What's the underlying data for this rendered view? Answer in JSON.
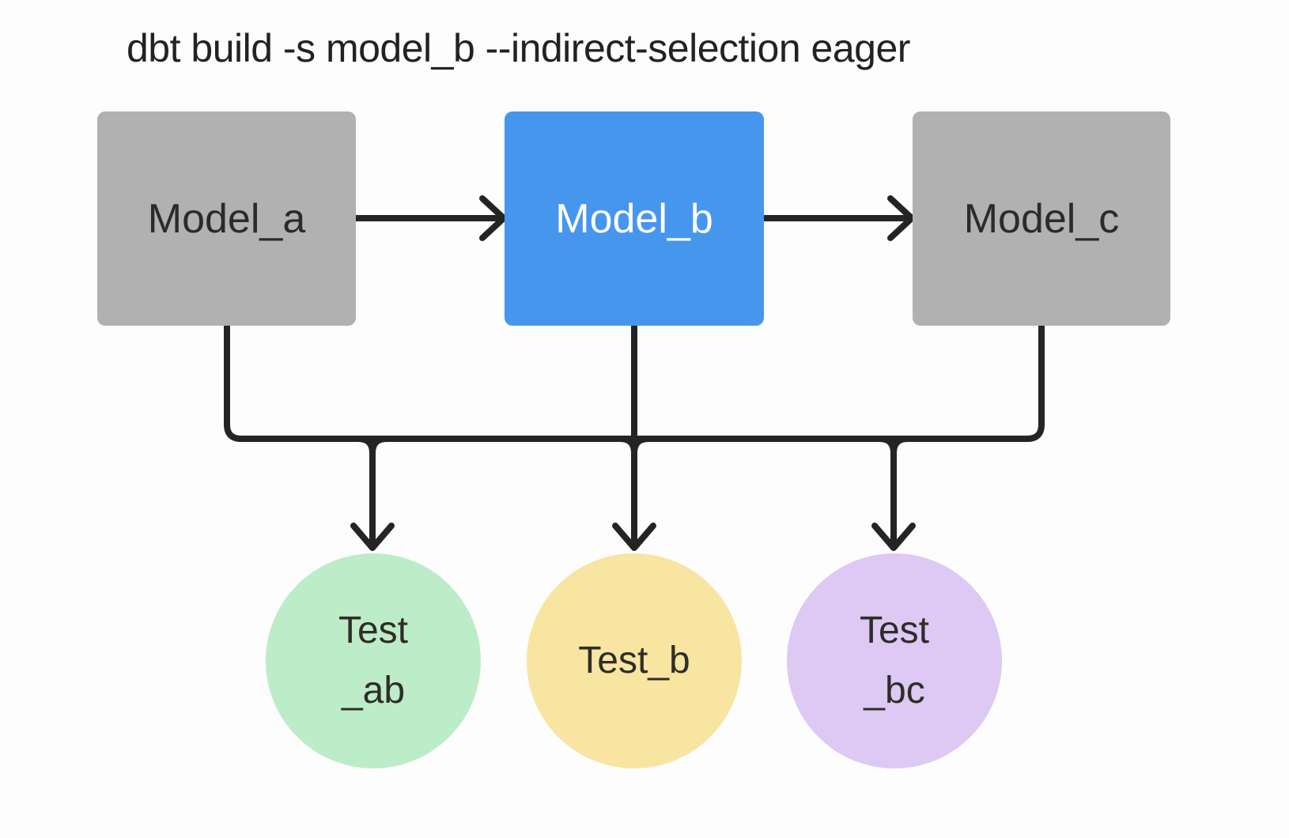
{
  "title": "dbt build -s model_b --indirect-selection eager",
  "colors": {
    "background": "#fdfdfd",
    "model_default_fill": "#b1b1b1",
    "model_selected_fill": "#4696ee",
    "test_ab_fill": "#bdecc8",
    "test_b_fill": "#f8e5a2",
    "test_bc_fill": "#ddc9f3",
    "connector_stroke": "#242424",
    "text_dark": "#2b2b2b",
    "text_on_selected": "#ffffff"
  },
  "models": [
    {
      "id": "model_a",
      "label": "Model_a",
      "selected": false
    },
    {
      "id": "model_b",
      "label": "Model_b",
      "selected": true
    },
    {
      "id": "model_c",
      "label": "Model_c",
      "selected": false
    }
  ],
  "tests": [
    {
      "id": "test_ab",
      "lines": [
        "Test",
        "_ab"
      ]
    },
    {
      "id": "test_b",
      "lines": [
        "Test_b"
      ]
    },
    {
      "id": "test_bc",
      "lines": [
        "Test",
        "_bc"
      ]
    }
  ],
  "edges": [
    {
      "from": "Model_a",
      "to": "Model_b"
    },
    {
      "from": "Model_b",
      "to": "Model_c"
    },
    {
      "from": "Model_a",
      "to": "Test_ab"
    },
    {
      "from": "Model_b",
      "to": "Test_b"
    },
    {
      "from": "Model_c",
      "to": "Test_bc"
    }
  ]
}
